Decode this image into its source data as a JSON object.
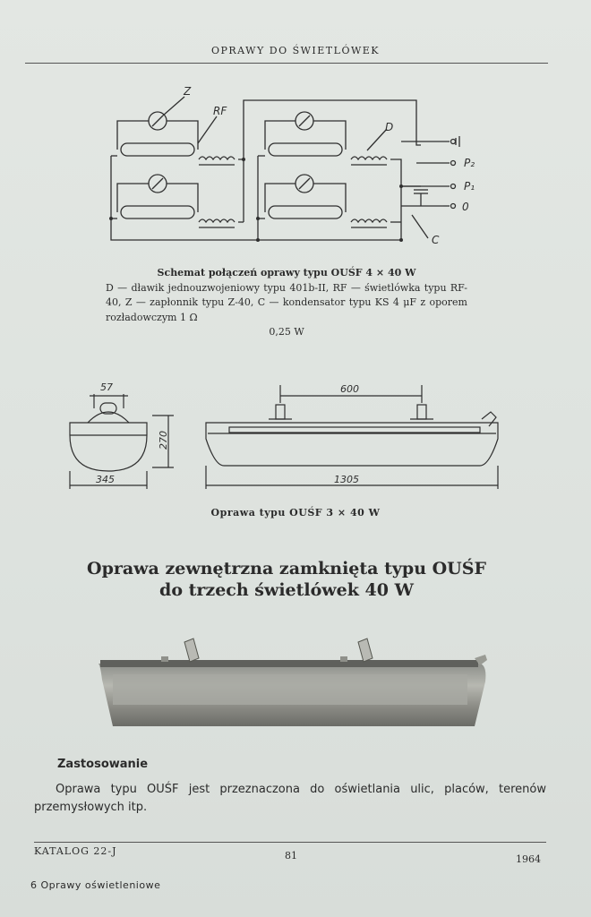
{
  "header": {
    "title": "OPRAWY DO ŚWIETLÓWEK"
  },
  "schematic": {
    "labels": {
      "z": "Z",
      "rf": "RF",
      "d": "D",
      "c": "C",
      "p2": "P₂",
      "p1": "P₁",
      "zero": "0"
    },
    "caption_title": "Schemat połączeń oprawy typu OUŚF 4 × 40 W",
    "caption_body": "D — dławik jednouzwojeniowy typu 401b-II, RF — świetlówka typu RF-40, Z — zapłonnik typu Z-40, C — kondensator typu KS 4 μF z oporem rozładowczym 1 Ω",
    "caption_last": "0,25 W"
  },
  "dimensions": {
    "d57": "57",
    "d270": "270",
    "d345": "345",
    "d600": "600",
    "d1305": "1305",
    "caption": "Oprawa typu OUŚF 3 × 40 W"
  },
  "title": {
    "line1": "Oprawa zewnętrzna zamknięta typu OUŚF",
    "line2": "do trzech świetlówek 40 W"
  },
  "application": {
    "heading": "Zastosowanie",
    "text": "Oprawa typu OUŚF jest przeznaczona do oświetlania ulic, placów, terenów przemysłowych itp."
  },
  "footer": {
    "catalog": "KATALOG 22-J",
    "page": "81",
    "year": "1964",
    "note": "6 Oprawy oświetleniowe"
  }
}
